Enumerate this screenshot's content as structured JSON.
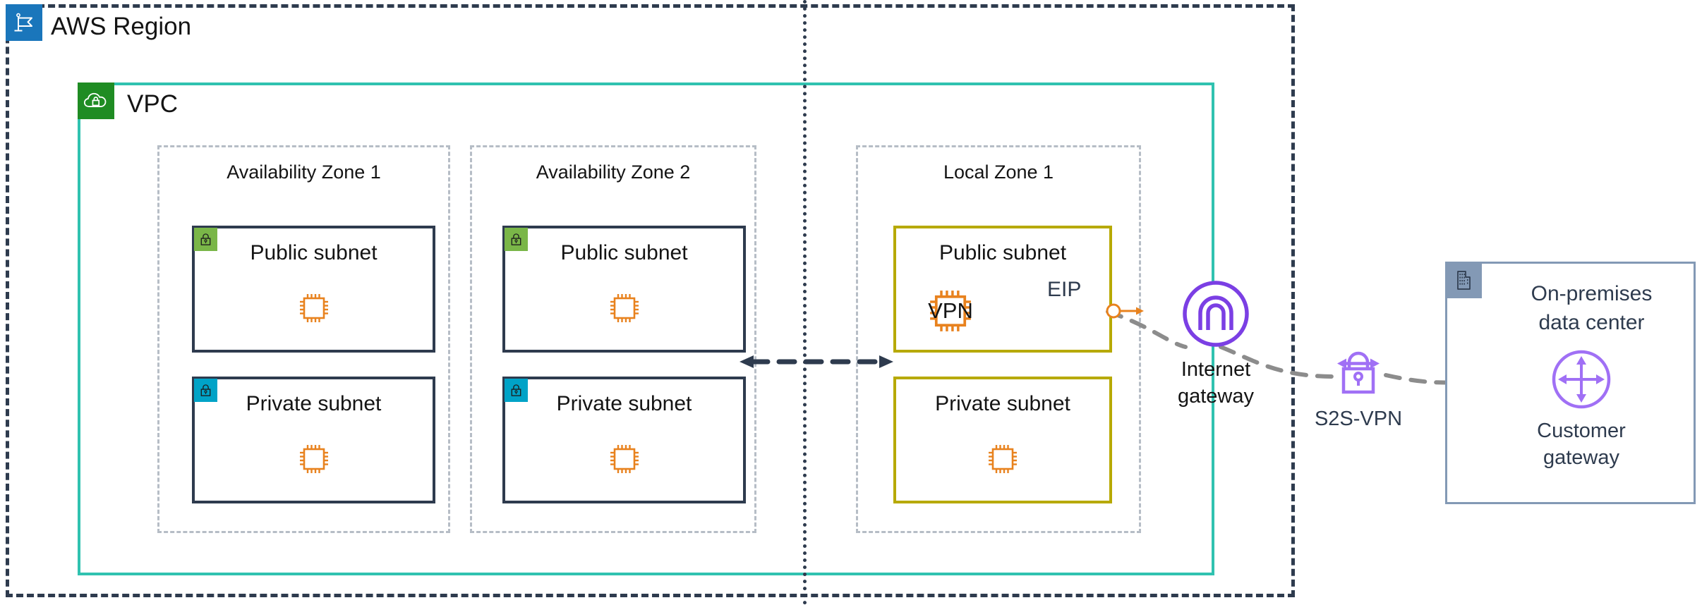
{
  "diagram": {
    "type": "aws-architecture",
    "title": "AWS Region with VPC spanning Availability Zones and a Local Zone connected to an on-premises data center"
  },
  "region": {
    "label": "AWS Region",
    "icon": "aws-region-flag-icon",
    "badge_color": "#1a76bb",
    "border_color": "#2e3b4e"
  },
  "vpc": {
    "label": "VPC",
    "icon": "vpc-cloud-lock-icon",
    "badge_color": "#1f8c23",
    "border_color": "#30c2b0"
  },
  "zones": [
    {
      "key": "az1",
      "label": "Availability Zone 1",
      "border_color": "#b6bdc6",
      "subnets": [
        {
          "key": "az1-public",
          "label": "Public subnet",
          "border_color": "#2e3b4e",
          "lock_badge": "green",
          "lock_color": "#7ab648",
          "resource": "ec2-instance-icon",
          "resource_label": ""
        },
        {
          "key": "az1-private",
          "label": "Private subnet",
          "border_color": "#2e3b4e",
          "lock_badge": "blue",
          "lock_color": "#00a3c7",
          "resource": "ec2-instance-icon",
          "resource_label": ""
        }
      ]
    },
    {
      "key": "az2",
      "label": "Availability Zone 2",
      "border_color": "#b6bdc6",
      "subnets": [
        {
          "key": "az2-public",
          "label": "Public subnet",
          "border_color": "#2e3b4e",
          "lock_badge": "green",
          "lock_color": "#7ab648",
          "resource": "ec2-instance-icon",
          "resource_label": ""
        },
        {
          "key": "az2-private",
          "label": "Private subnet",
          "border_color": "#2e3b4e",
          "lock_badge": "blue",
          "lock_color": "#00a3c7",
          "resource": "ec2-instance-icon",
          "resource_label": ""
        }
      ]
    },
    {
      "key": "lz1",
      "label": "Local Zone 1",
      "border_color": "#b6bdc6",
      "subnets": [
        {
          "key": "lz1-public",
          "label": "Public subnet",
          "border_color": "#b7a900",
          "lock_badge": "none",
          "lock_color": "",
          "resource": "ec2-instance-icon",
          "resource_label": "VPN"
        },
        {
          "key": "lz1-private",
          "label": "Private subnet",
          "border_color": "#b7a900",
          "lock_badge": "none",
          "lock_color": "",
          "resource": "ec2-instance-icon",
          "resource_label": ""
        }
      ]
    }
  ],
  "connectors": {
    "az_to_lz_arrow": {
      "name": "bidirectional-dashed-arrow",
      "color": "#2e3b4e",
      "direction": "both"
    },
    "vertical_divider": {
      "name": "region-lz-divider",
      "color": "#2e3b4e",
      "style": "dotted"
    },
    "vpn_tunnel": {
      "name": "vpn-tunnel-dashed-line",
      "color": "#8c8c8c",
      "style": "dashed"
    }
  },
  "eip": {
    "label": "EIP",
    "icon": "elastic-ip-arrow-icon",
    "color": "#e8821e",
    "text_color": "#2e3b4e"
  },
  "internet_gateway": {
    "label_line1": "Internet",
    "label_line2": "gateway",
    "icon": "internet-gateway-icon",
    "color": "#7b3fe4"
  },
  "s2s_vpn": {
    "label": "S2S-VPN",
    "icon": "site-to-site-vpn-lock-icon",
    "color": "#a070f5"
  },
  "on_premises": {
    "title_line1": "On-premises",
    "title_line2": "data center",
    "icon": "corporate-data-center-icon",
    "badge_color": "#8399b5",
    "border_color": "#8399b5",
    "customer_gateway": {
      "label_line1": "Customer",
      "label_line2": "gateway",
      "icon": "customer-gateway-icon",
      "color": "#a070f5"
    }
  }
}
